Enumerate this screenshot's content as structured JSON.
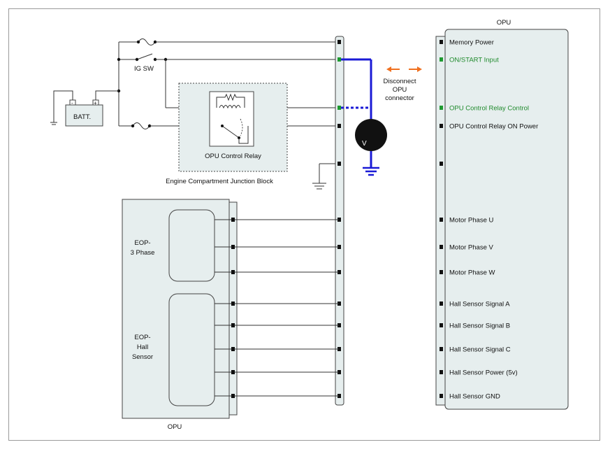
{
  "colors": {
    "panel": "#e6eeee",
    "border": "#444444",
    "accent_green": "#1f8a2c",
    "probe_blue": "#1a1ad6",
    "arrow_orange": "#f07020"
  },
  "power_section": {
    "ig_sw_label": "IG SW",
    "battery_label": "BATT.",
    "battery_minus": "-",
    "battery_plus": "+"
  },
  "junction_block": {
    "label": "Engine Compartment Junction Block",
    "relay_label": "OPU Control Relay"
  },
  "meter": {
    "label": "V"
  },
  "disconnect_note": {
    "lines": [
      "Disconnect",
      "OPU",
      "connector"
    ]
  },
  "eop_block": {
    "label": "OPU",
    "three_phase": [
      "EOP-",
      "3 Phase"
    ],
    "hall_sensor": [
      "EOP-",
      "Hall",
      "Sensor"
    ]
  },
  "opu_module": {
    "title": "OPU",
    "pins": [
      {
        "label": "Memory Power",
        "highlight": false
      },
      {
        "label": "ON/START Input",
        "highlight": true
      },
      {
        "label": "OPU Control Relay Control",
        "highlight": true
      },
      {
        "label": "OPU Control Relay ON Power",
        "highlight": false
      },
      {
        "label": "",
        "highlight": false
      },
      {
        "label": "Motor Phase U",
        "highlight": false
      },
      {
        "label": "Motor Phase V",
        "highlight": false
      },
      {
        "label": "Motor Phase W",
        "highlight": false
      },
      {
        "label": "Hall Sensor Signal A",
        "highlight": false
      },
      {
        "label": "Hall Sensor Signal B",
        "highlight": false
      },
      {
        "label": "Hall Sensor Signal C",
        "highlight": false
      },
      {
        "label": "Hall Sensor Power (5v)",
        "highlight": false
      },
      {
        "label": "Hall Sensor GND",
        "highlight": false
      }
    ]
  }
}
